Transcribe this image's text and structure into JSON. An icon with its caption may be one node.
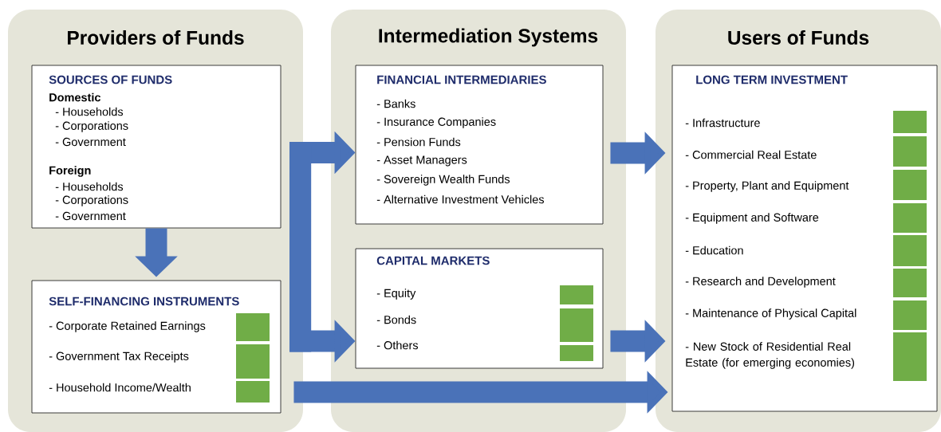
{
  "diagram": {
    "nodes": [
      {
        "text": [
          "Providers of Funds"
        ]
      },
      {
        "text": [
          "Intermediation Systems"
        ]
      },
      {
        "text": [
          "Users of Funds"
        ]
      },
      {
        "text": [
          "SOURCES OF FUNDS",
          "Domestic",
          "- Households",
          "- Corporations",
          "- Government",
          "Foreign",
          "- Households",
          "- Corporations",
          "- Government"
        ],
        "in": 0
      },
      {
        "text": [
          "SELF-FINANCING INSTRUMENTS",
          "- Corporate Retained Earnings",
          "- Government Tax Receipts",
          "- Household Income/Wealth"
        ],
        "in": 0
      },
      {
        "text": [
          "FINANCIAL INTERMEDIARIES",
          "- Banks",
          "- Insurance Companies",
          "- Pension Funds",
          "- Asset Managers",
          "- Sovereign Wealth Funds",
          "- Alternative Investment Vehicles"
        ],
        "in": 1
      },
      {
        "text": [
          "CAPITAL MARKETS",
          "- Equity",
          "- Bonds",
          "- Others"
        ],
        "in": 1
      },
      {
        "text": [
          "LONG TERM INVESTMENT",
          "- Infrastructure",
          "- Commercial Real Estate",
          "- Property, Plant and Equipment",
          "- Equipment and Software",
          "- Education",
          "- Research and Development",
          "- Maintenance of Physical Capital",
          "- New Stock of Residential Real Estate (for emerging economies)"
        ],
        "in": 2
      }
    ],
    "edges": [
      {
        "from": 3,
        "to": 4,
        "arrow": "to"
      },
      {
        "from": 0,
        "to": 5,
        "arrow": "to"
      },
      {
        "from": 0,
        "to": 6,
        "arrow": "to"
      },
      {
        "from": 5,
        "to": 7,
        "arrow": "to"
      },
      {
        "from": 6,
        "to": 7,
        "arrow": "to"
      },
      {
        "from": 4,
        "to": 7,
        "arrow": "to"
      }
    ]
  }
}
